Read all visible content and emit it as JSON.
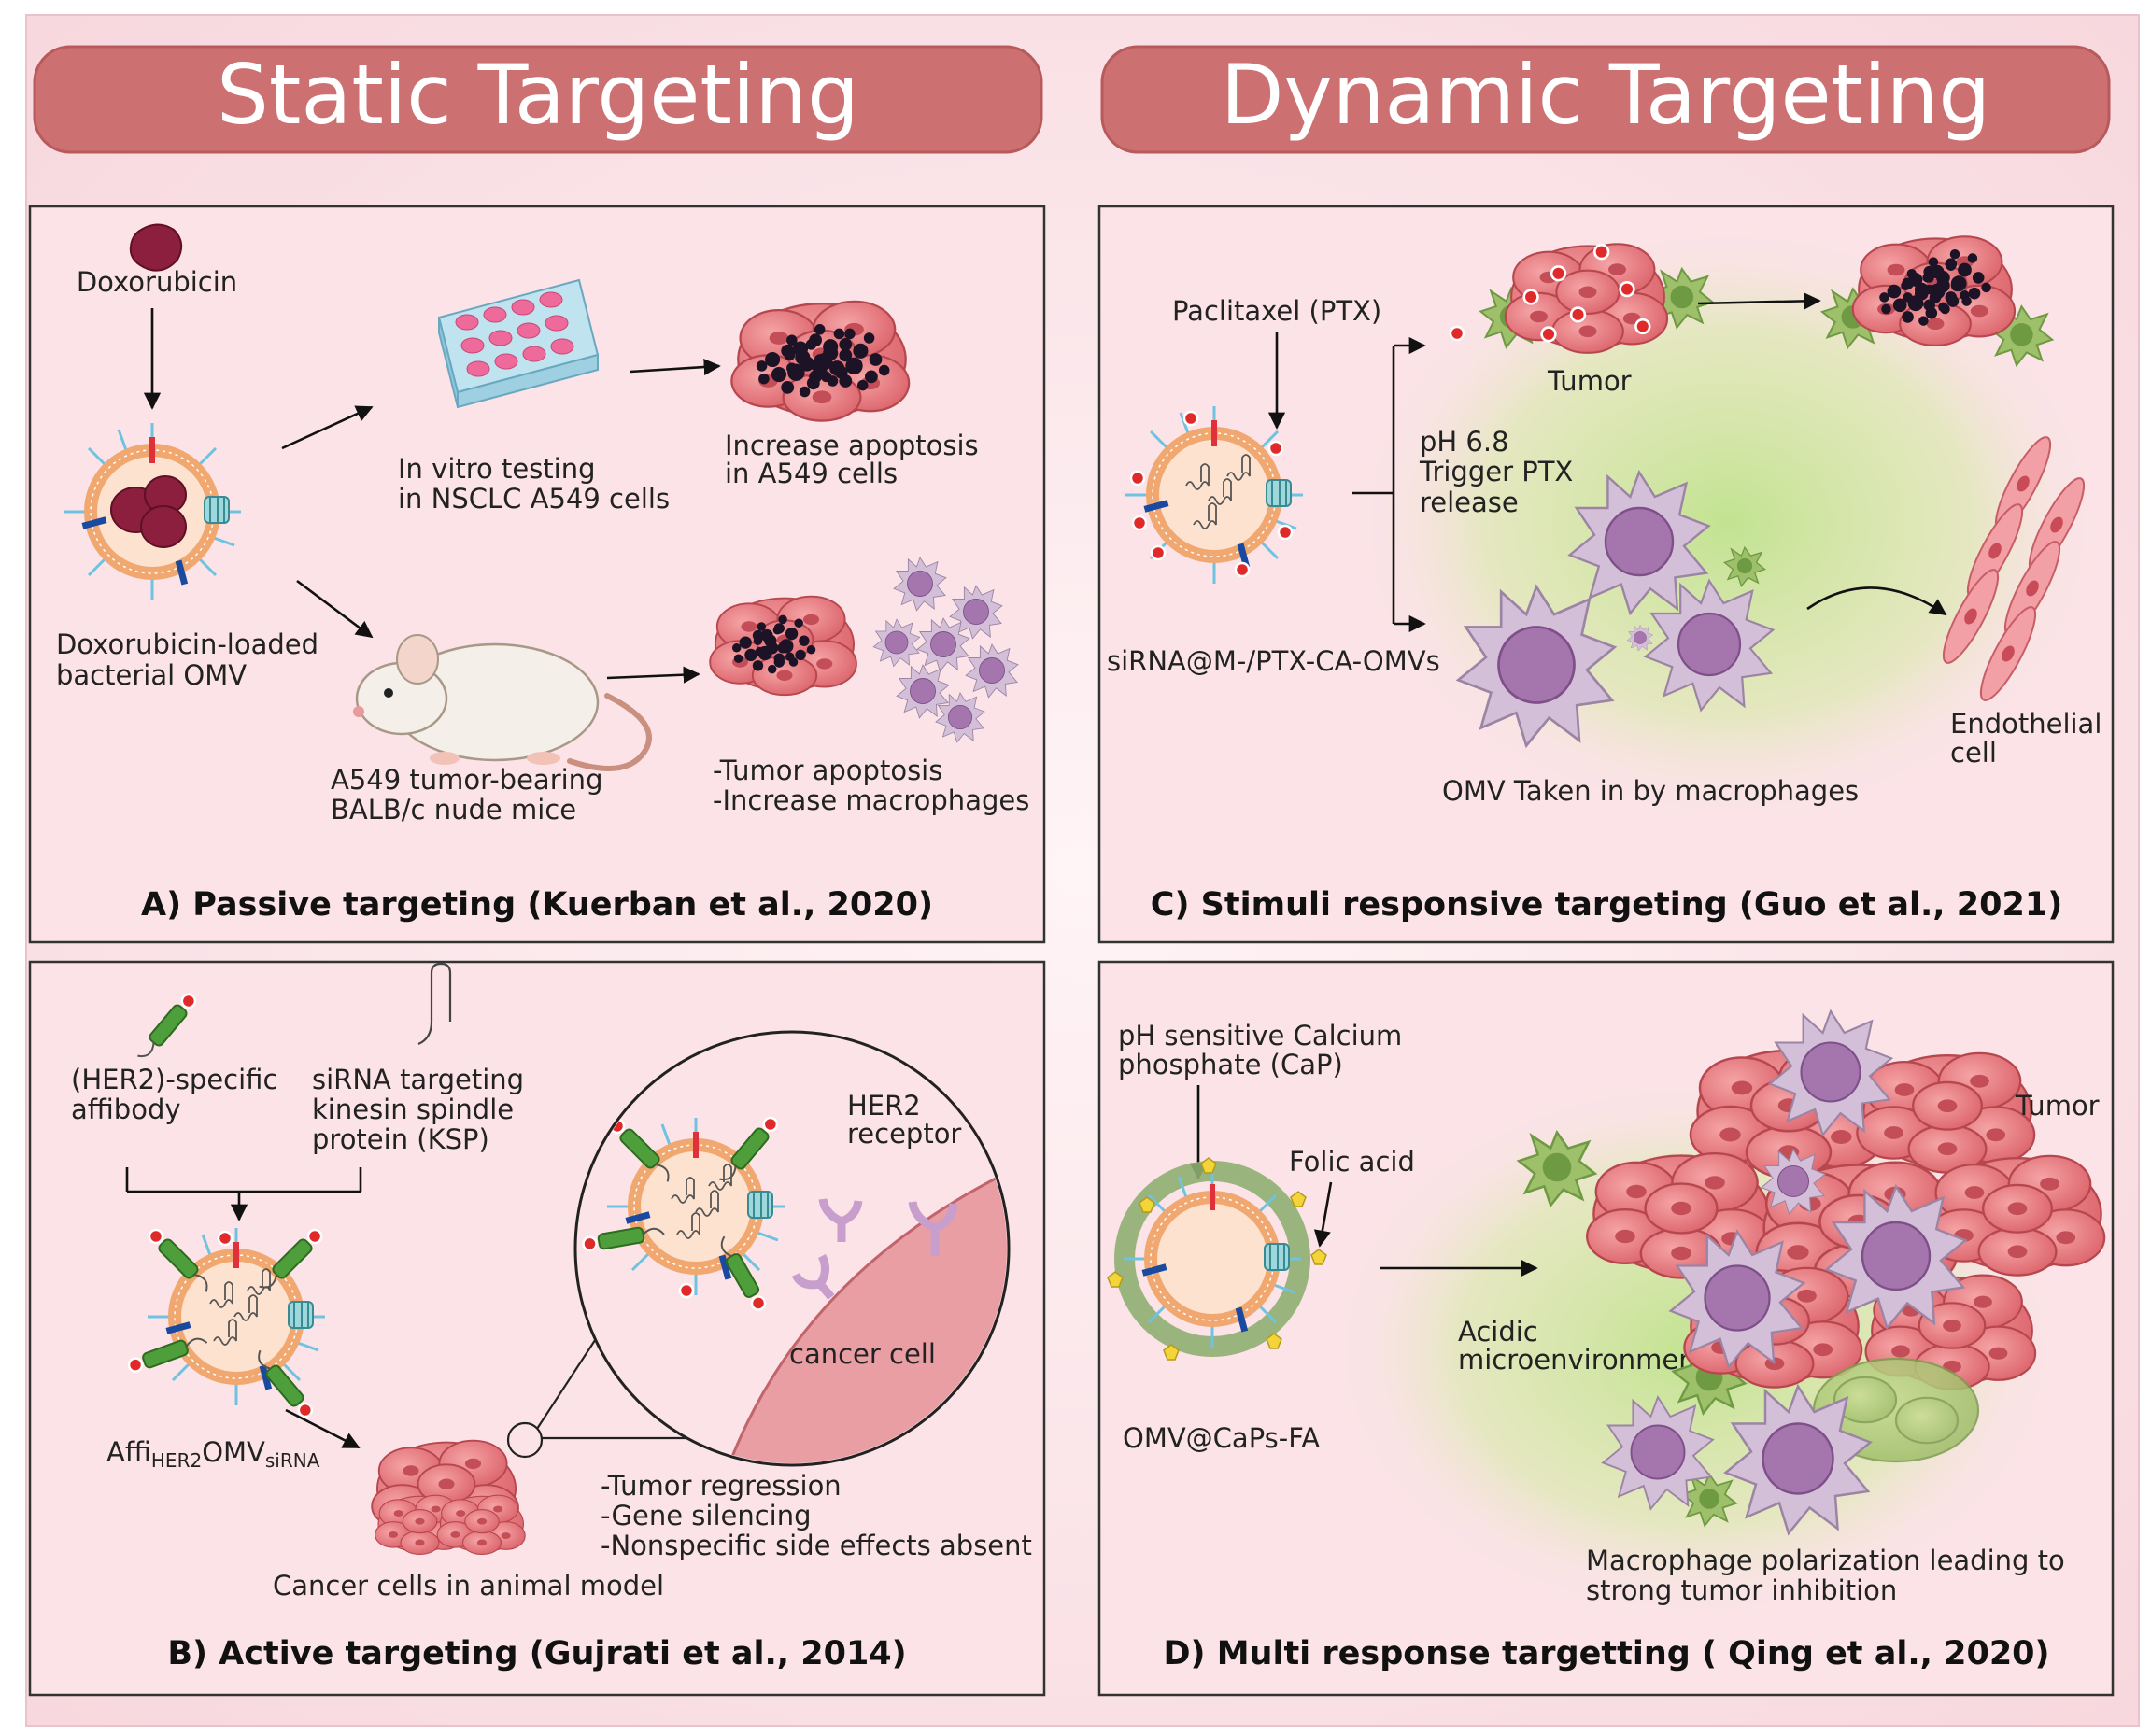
{
  "headers": {
    "static": "Static Targeting",
    "dynamic": "Dynamic Targeting"
  },
  "panel_a": {
    "caption": "A) Passive targeting (Kuerban et al., 2020)",
    "drug": "Doxorubicin",
    "omv_label": [
      "Doxorubicin-loaded",
      "bacterial OMV"
    ],
    "invitro": [
      "In vitro testing",
      "in NSCLC A549 cells"
    ],
    "apoptosis": [
      "Increase apoptosis",
      "in A549 cells"
    ],
    "mice": [
      "A549 tumor-bearing",
      "BALB/c nude mice"
    ],
    "outcomes": [
      "-Tumor apoptosis",
      "-Increase macrophages"
    ]
  },
  "panel_b": {
    "caption": "B) Active targeting (Gujrati et al., 2014)",
    "affibody": [
      "(HER2)-specific",
      "affibody"
    ],
    "sirna": [
      "siRNA targeting",
      "kinesin spindle",
      "protein (KSP)"
    ],
    "omv_base1": "Affi",
    "omv_sub1": "HER2",
    "omv_base2": "OMV",
    "omv_sub2": "siRNA",
    "receptor": [
      "HER2",
      "receptor"
    ],
    "cancer_cell": "cancer cell",
    "outcomes": [
      "-Tumor regression",
      "-Gene silencing",
      "-Nonspecific side effects absent"
    ],
    "animal": "Cancer cells in animal model"
  },
  "panel_c": {
    "caption": "C) Stimuli responsive targeting (Guo et al., 2021)",
    "drug": "Paclitaxel (PTX)",
    "trigger": [
      "pH 6.8",
      "Trigger PTX",
      "release"
    ],
    "tumor": "Tumor",
    "omv_label": "siRNA@M-/PTX-CA-OMVs",
    "endothelial": [
      "Endothelial",
      "cell"
    ],
    "macrophage": "OMV Taken in by macrophages"
  },
  "panel_d": {
    "caption": "D) Multi response targetting ( Qing et al., 2020)",
    "cap_label": [
      "pH sensitive Calcium",
      "phosphate (CaP)"
    ],
    "folic": "Folic acid",
    "omv_label": "OMV@CaPs-FA",
    "acidic": [
      "Acidic",
      "microenvironment"
    ],
    "tumor": "Tumor",
    "polarization": [
      "Macrophage polarization leading to",
      "strong tumor inhibition"
    ]
  },
  "colors": {
    "header_fill": "#cd7072",
    "panel_fill": "#fbe3e7",
    "tumor": "#e9787e",
    "macrophage": "#b79bbb",
    "omv_ring": "#f0a870",
    "green_glow": "#bce08e"
  }
}
